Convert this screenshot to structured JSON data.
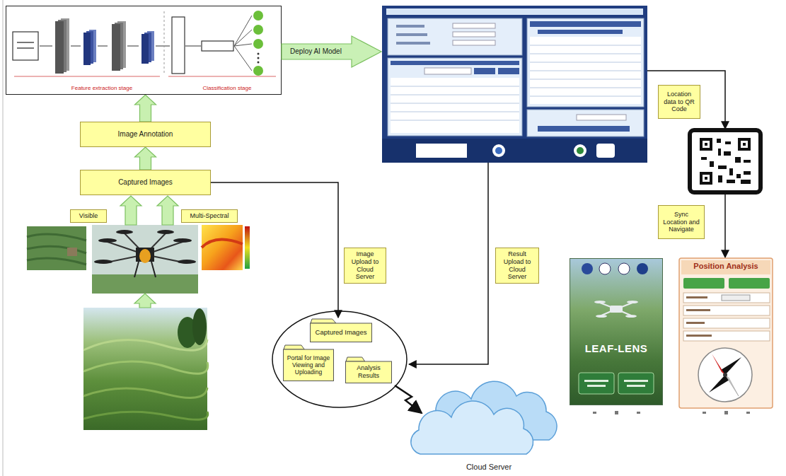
{
  "diagram": {
    "nodes": [
      {
        "text": [
          "Feature extraction stage",
          "Classification stage"
        ]
      },
      {
        "text": [
          "Deploy AI Model"
        ]
      },
      {
        "text": [
          "Image Annotation"
        ]
      },
      {
        "text": [
          "Captured Images"
        ]
      },
      {
        "text": [
          "Visible"
        ]
      },
      {
        "text": [
          "Multi-Spectral"
        ]
      },
      {
        "text": [
          "Location data to QR Code"
        ]
      },
      {
        "text": [
          "Sync Location and Navigate"
        ]
      },
      {
        "text": [
          "Image Upload to Cloud Server"
        ]
      },
      {
        "text": [
          "Result Upload to Cloud Server"
        ]
      },
      {
        "text": [
          "Captured Images"
        ]
      },
      {
        "text": [
          "Portal for Image Viewing and Uploading"
        ]
      },
      {
        "text": [
          "Analysis Results"
        ]
      },
      {
        "text": [
          "Cloud Server"
        ]
      },
      {
        "text": [
          "LEAF-LENS"
        ]
      },
      {
        "text": [
          "Position Analysis"
        ]
      }
    ],
    "edges": [
      {
        "from": 3,
        "to": 2,
        "arrow": "to"
      },
      {
        "from": 2,
        "to": 0,
        "arrow": "to"
      },
      {
        "from": 3,
        "to": 10,
        "arrow": "to"
      }
    ]
  }
}
